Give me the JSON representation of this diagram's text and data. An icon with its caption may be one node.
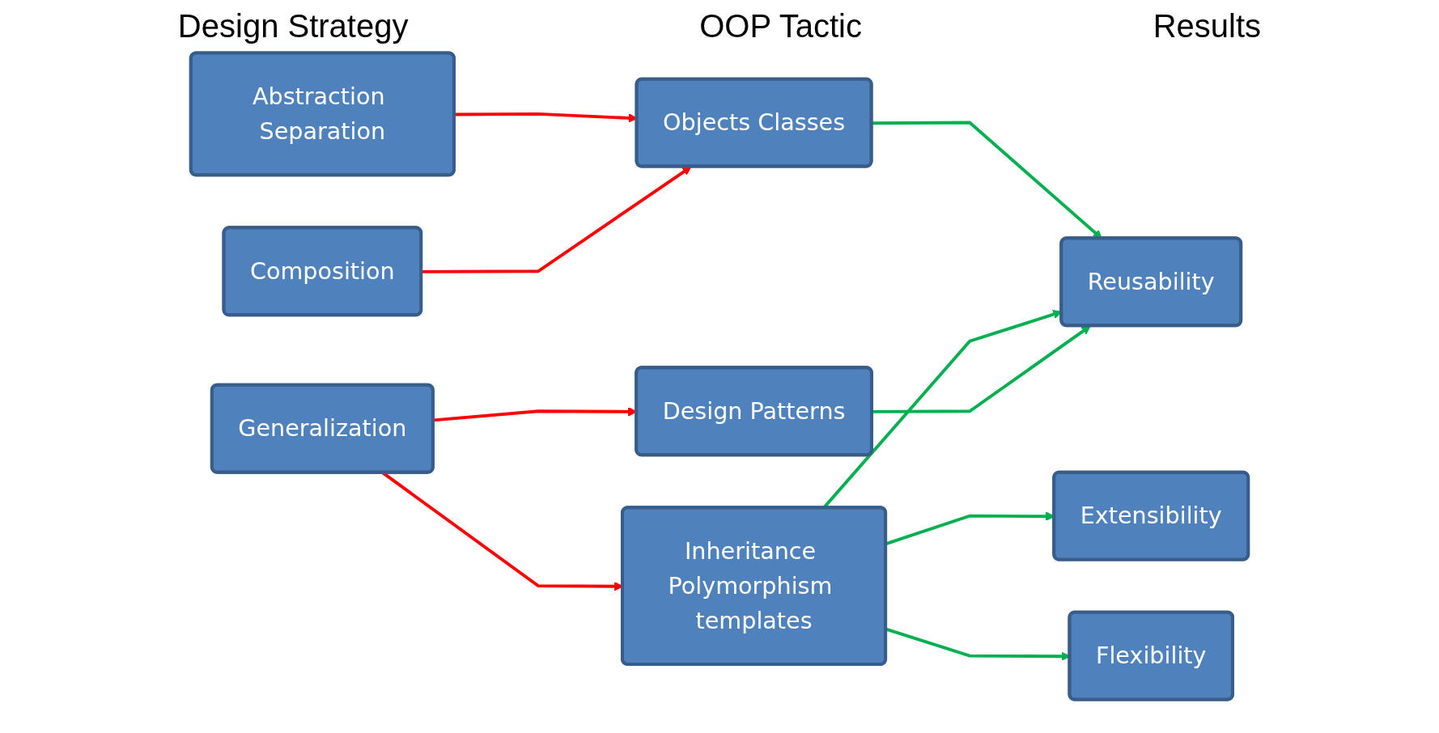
{
  "diagram": {
    "nodes": [
      {
        "text": [
          "Abstraction Separation"
        ]
      },
      {
        "text": [
          "Composition"
        ]
      },
      {
        "text": [
          "Generalization"
        ]
      },
      {
        "text": [
          "Objects Classes"
        ]
      },
      {
        "text": [
          "Inheritance Polymorphism templates"
        ]
      },
      {
        "text": [
          "Design Patterns"
        ]
      },
      {
        "text": [
          "Reusability"
        ]
      },
      {
        "text": [
          "Extensibility"
        ]
      },
      {
        "text": [
          "Flexibility"
        ]
      }
    ],
    "edges": [
      {
        "from": 0,
        "to": 3,
        "arrow": "to",
        "color": "#ff0000"
      },
      {
        "from": 1,
        "to": 3,
        "arrow": "to",
        "color": "#ff0000"
      },
      {
        "from": 2,
        "to": 4,
        "arrow": "to",
        "color": "#ff0000"
      },
      {
        "from": 2,
        "to": 5,
        "arrow": "to",
        "color": "#ff0000"
      },
      {
        "from": 3,
        "to": 6,
        "arrow": "to",
        "color": "#00b050"
      },
      {
        "from": 4,
        "to": 6,
        "arrow": "to",
        "color": "#00b050"
      },
      {
        "from": 4,
        "to": 7,
        "arrow": "to",
        "color": "#00b050"
      },
      {
        "from": 4,
        "to": 8,
        "arrow": "to",
        "color": "#00b050"
      },
      {
        "from": 5,
        "to": 6,
        "arrow": "to",
        "color": "#00b050"
      }
    ],
    "labels": [
      "Design Strategy",
      "OOP Tactic",
      "Results"
    ]
  }
}
